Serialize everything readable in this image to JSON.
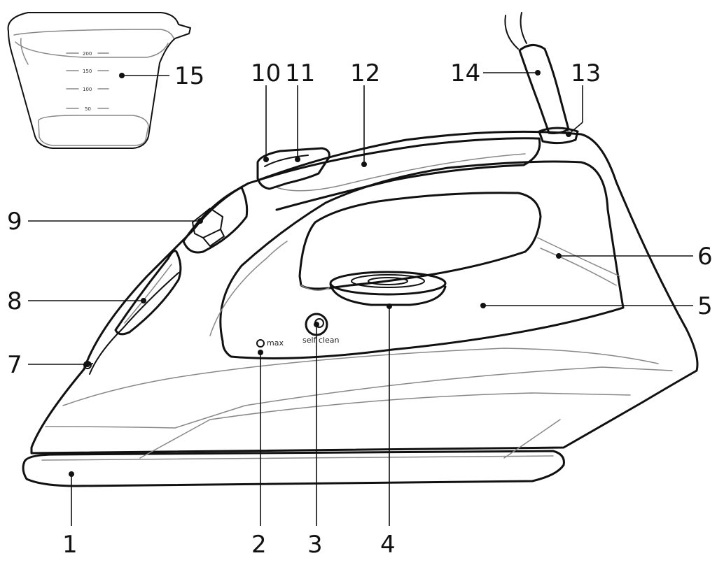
{
  "callouts": [
    {
      "id": "1",
      "text": "1"
    },
    {
      "id": "2",
      "text": "2"
    },
    {
      "id": "3",
      "text": "3"
    },
    {
      "id": "4",
      "text": "4"
    },
    {
      "id": "5",
      "text": "5"
    },
    {
      "id": "6",
      "text": "6"
    },
    {
      "id": "7",
      "text": "7"
    },
    {
      "id": "8",
      "text": "8"
    },
    {
      "id": "9",
      "text": "9"
    },
    {
      "id": "10",
      "text": "10"
    },
    {
      "id": "11",
      "text": "11"
    },
    {
      "id": "12",
      "text": "12"
    },
    {
      "id": "13",
      "text": "13"
    },
    {
      "id": "14",
      "text": "14"
    },
    {
      "id": "15",
      "text": "15"
    }
  ],
  "cup_scale": [
    "200",
    "150",
    "100",
    "50"
  ],
  "labels": {
    "max": "max",
    "self_clean": "self clean"
  }
}
